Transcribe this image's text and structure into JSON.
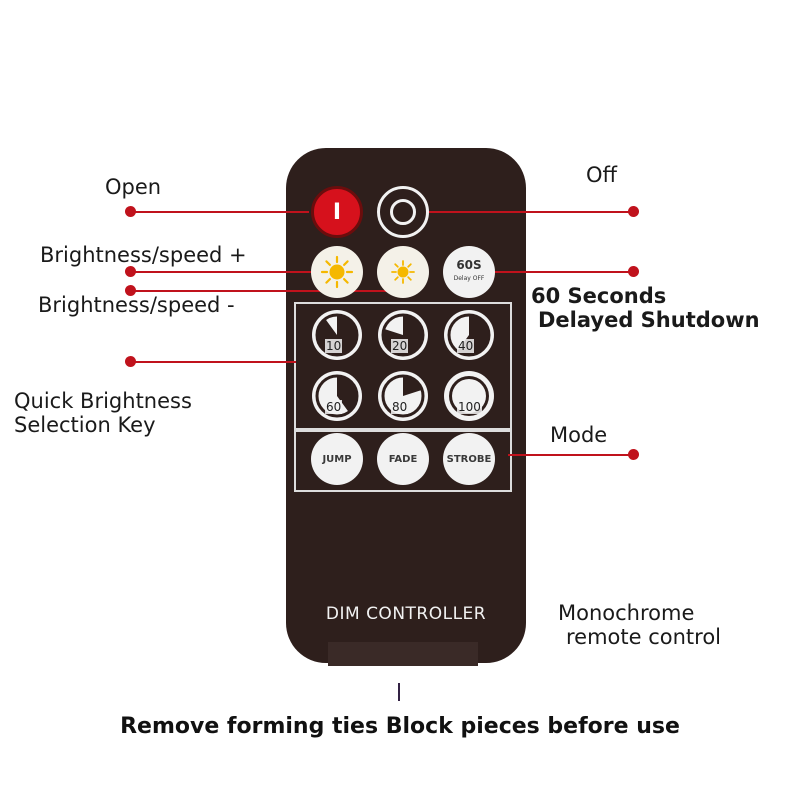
{
  "callouts": {
    "open": "Open",
    "off": "Off",
    "brightness_up": "Brightness/speed +",
    "brightness_down": "Brightness/speed -",
    "delay_line1": "60 Seconds",
    "delay_line2": "Delayed Shutdown",
    "quick_line1": "Quick Brightness",
    "quick_line2": "Selection Key",
    "mode": "Mode",
    "mono_line1": "Monochrome",
    "mono_line2": "remote control"
  },
  "remote": {
    "title": "DIM CONTROLLER",
    "power_on_symbol": "I",
    "timer_label": "60S",
    "timer_sub": "Delay OFF",
    "brightness_levels": [
      {
        "label": "10",
        "fraction": 0.1
      },
      {
        "label": "20",
        "fraction": 0.2
      },
      {
        "label": "40",
        "fraction": 0.4
      },
      {
        "label": "60",
        "fraction": 0.6
      },
      {
        "label": "80",
        "fraction": 0.8
      },
      {
        "label": "100",
        "fraction": 1.0
      }
    ],
    "modes": [
      "JUMP",
      "FADE",
      "STROBE"
    ]
  },
  "bottom_note": "Remove forming ties Block pieces before use",
  "colors": {
    "accent": "#c0121c",
    "remote_body": "#2e1f1c",
    "power_on": "#d6111c",
    "sun": "#f5b800"
  },
  "icons": {
    "power_on": "power-on-icon",
    "power_off": "power-off-icon",
    "bright_up": "sun-large-icon",
    "bright_down": "sun-small-icon"
  }
}
